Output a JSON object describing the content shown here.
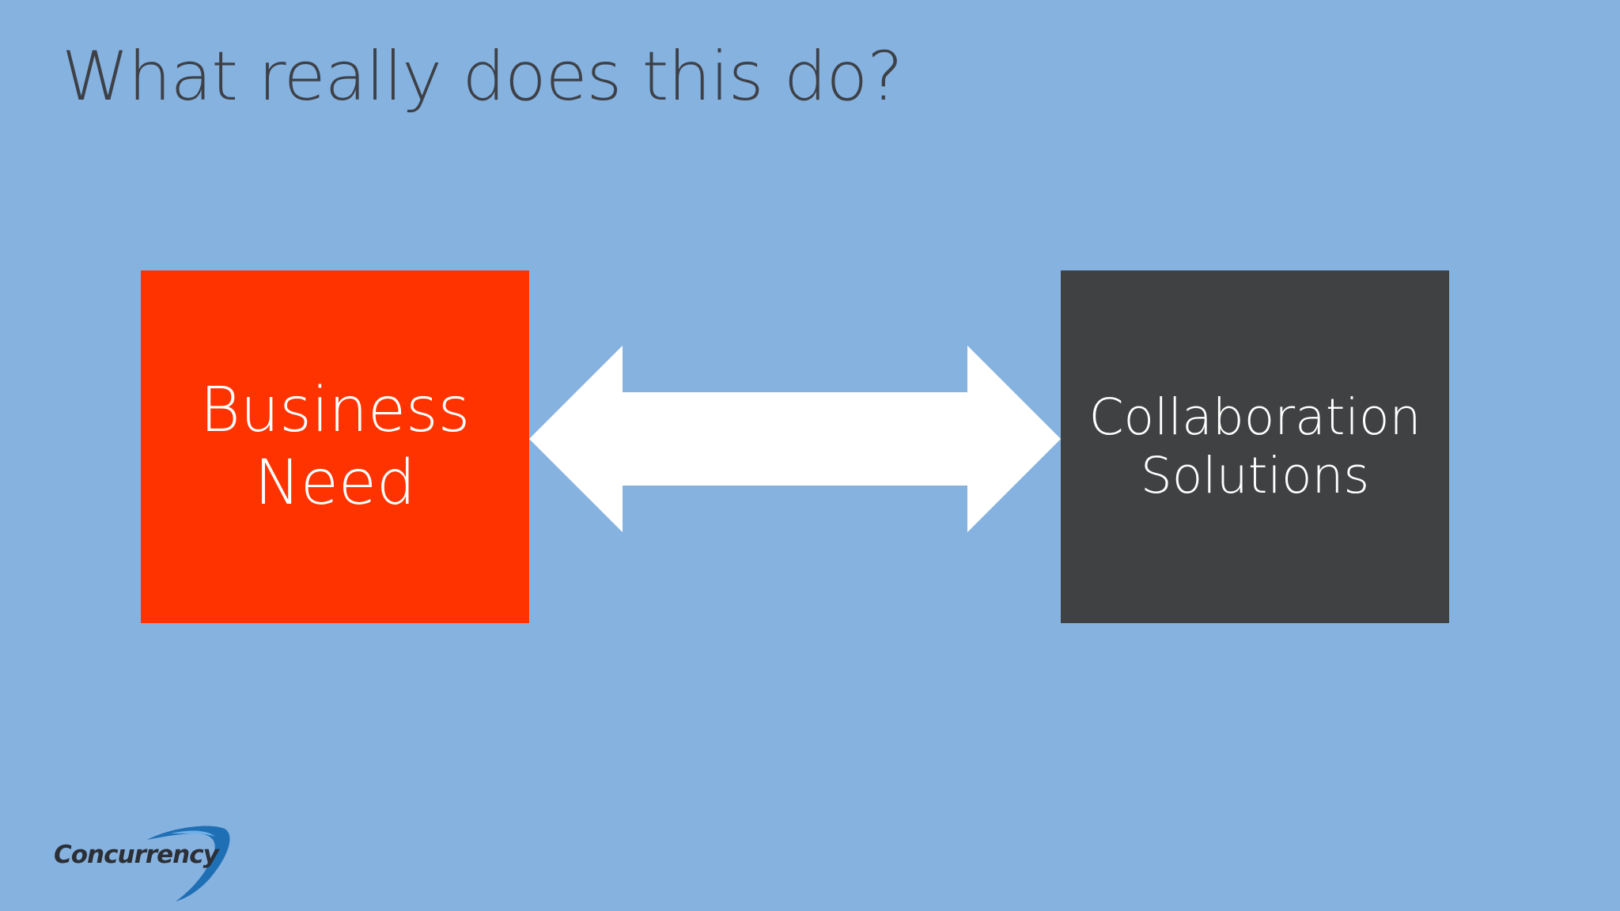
{
  "slide": {
    "title": "What really does this do?",
    "background_color": "#86b2e0"
  },
  "diagram": {
    "left_box": {
      "lines": [
        "Business",
        "Need"
      ],
      "color": "#ff3300"
    },
    "right_box": {
      "lines": [
        "Collaboration",
        "Solutions"
      ],
      "color": "#3f4142"
    },
    "connector": {
      "type": "double-headed-arrow",
      "color": "#ffffff"
    }
  },
  "logo": {
    "text": "Concurrency",
    "swoosh_color": "#1f6fb5"
  }
}
